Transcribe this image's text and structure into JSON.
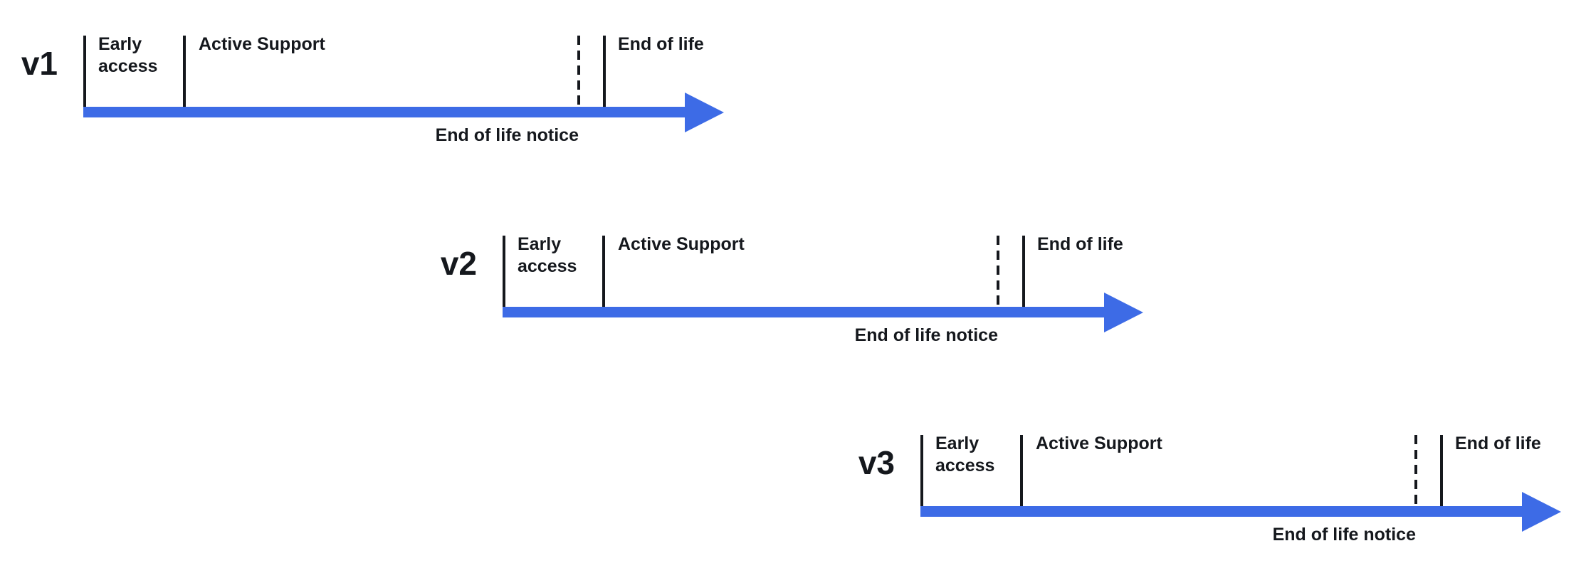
{
  "diagram": {
    "accent_color": "#3d6be6",
    "line_color": "#15181d",
    "rows": [
      {
        "version": "v1",
        "phases": {
          "early_access": "Early access",
          "active_support": "Active Support",
          "end_of_life": "End of life",
          "end_of_life_notice": "End of life notice"
        }
      },
      {
        "version": "v2",
        "phases": {
          "early_access": "Early access",
          "active_support": "Active Support",
          "end_of_life": "End of life",
          "end_of_life_notice": "End of life notice"
        }
      },
      {
        "version": "v3",
        "phases": {
          "early_access": "Early access",
          "active_support": "Active Support",
          "end_of_life": "End of life",
          "end_of_life_notice": "End of life notice"
        }
      }
    ]
  }
}
